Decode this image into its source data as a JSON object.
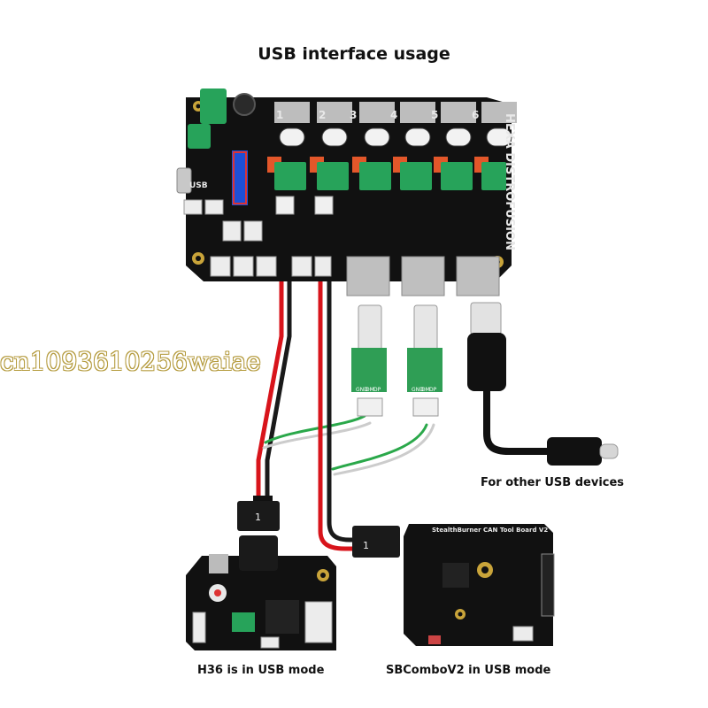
{
  "title": "USB interface usage",
  "labels": {
    "other_devices": "For other USB devices",
    "h36": "H36 is in USB mode",
    "sbcombo": "SBComboV2 in USB mode"
  },
  "board": {
    "silkscreen_side": "HEXA DISTROFUSION",
    "usb_label": "USB",
    "channel_numbers": [
      "1",
      "2",
      "3",
      "4",
      "5",
      "6"
    ]
  },
  "adapters": {
    "pin_labels": [
      "GND",
      "DM",
      "DP"
    ]
  },
  "connectors": {
    "h36_tag": "1",
    "sbcombo_tag": "1"
  },
  "sbcombo_board": {
    "silkscreen": "StealthBurner CAN Tool Board V2"
  },
  "watermark": "cn1093610256waiae",
  "colors": {
    "pcb": "#111111",
    "terminal_green": "#27a35a",
    "wire_red": "#d8141b",
    "wire_black": "#1a1a1a",
    "wire_green": "#2aa84a",
    "usb_adapter_green": "#2f9e55",
    "accent_yellow": "#e6c13a"
  }
}
